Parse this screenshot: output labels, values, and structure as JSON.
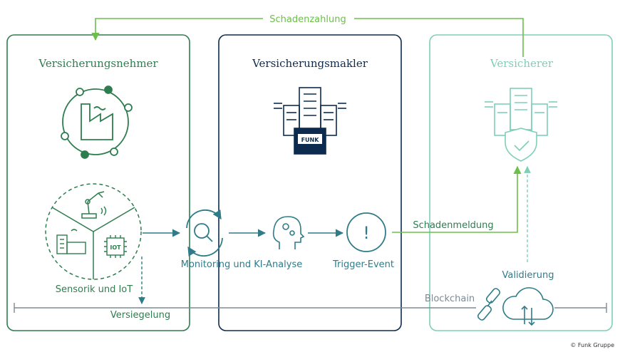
{
  "panels": {
    "left_title": "Versicherungsnehmer",
    "middle_title": "Versicherungsmakler",
    "right_title": "Versicherer"
  },
  "labels": {
    "payment": "Schadenzahlung",
    "sensors": "Sensorik und IoT",
    "iot_chip": "IOT",
    "monitoring": "Monitoring und KI-Analyse",
    "trigger": "Trigger-Event",
    "claim": "Schadenmeldung",
    "validation": "Validierung",
    "blockchain": "Blockchain",
    "sealing": "Versiegelung",
    "broker_sign": "FUNK",
    "copyright": "© Funk Gruppe"
  },
  "colors": {
    "green_dark": "#2e7d4f",
    "green_bright": "#6cc04a",
    "navy": "#0d2b4e",
    "teal": "#2f7c88",
    "mint": "#7fcfb8",
    "gray": "#7d8a94"
  }
}
